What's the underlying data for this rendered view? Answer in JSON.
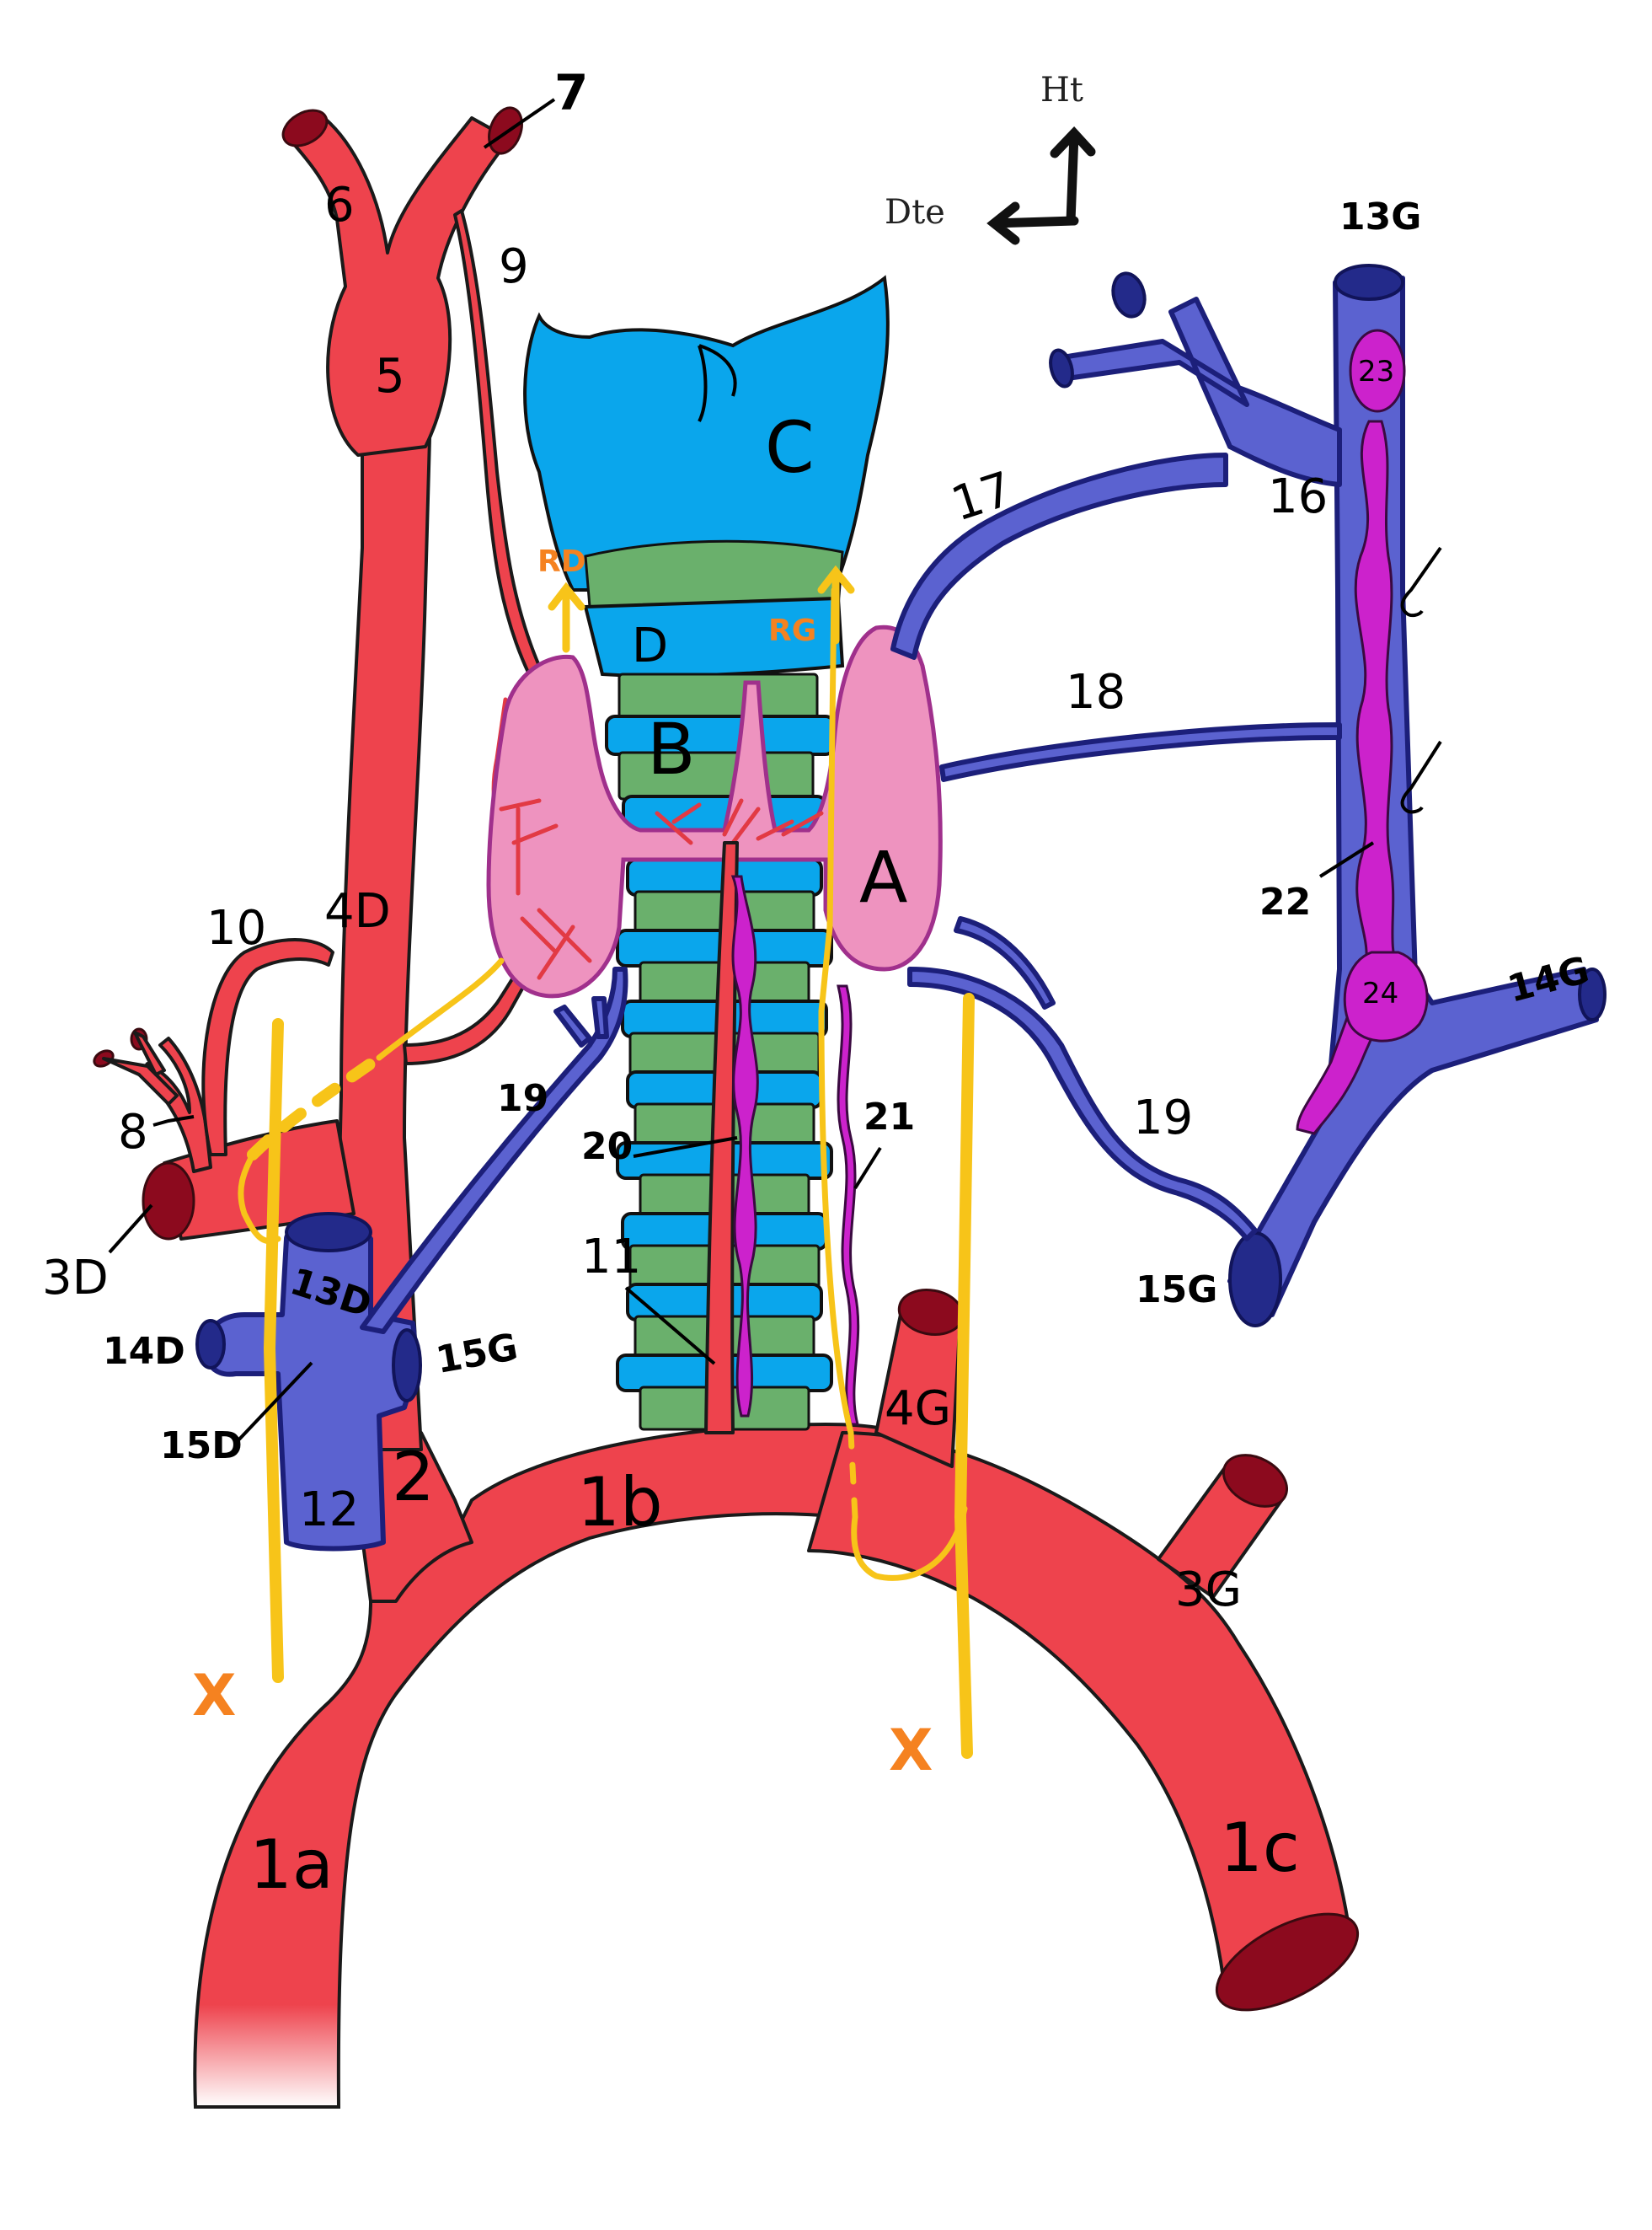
{
  "diagram": {
    "type": "anatomical-schematic",
    "subject": "thyroid gland, larynx/trachea, cervical great vessels",
    "orientation": {
      "up_label": "Ht",
      "side_label": "Dte"
    },
    "structures": {
      "A": "A",
      "B": "B",
      "C": "C",
      "D": "D"
    },
    "nerve_labels": {
      "right_recurrent": "RD",
      "left_recurrent": "RG",
      "vagus_right": "X",
      "vagus_left": "X"
    },
    "arterial_labels": {
      "l1a": "1a",
      "l1b": "1b",
      "l1c": "1c",
      "l2": "2",
      "l3D": "3D",
      "l3G": "3G",
      "l4D": "4D",
      "l4G": "4G",
      "l5": "5",
      "l6": "6",
      "l7": "7",
      "l8": "8",
      "l9": "9",
      "l10": "10",
      "l11": "11"
    },
    "venous_labels": {
      "l12": "12",
      "l13D": "13D",
      "l13G": "13G",
      "l14D": "14D",
      "l14G": "14G",
      "l15D": "15D",
      "l15G_right": "15G",
      "l15G_left": "15G",
      "l16": "16",
      "l17": "17",
      "l18": "18",
      "l19_right": "19",
      "l19_left": "19"
    },
    "lymphatic_labels": {
      "l20": "20",
      "l21": "21",
      "l22": "22",
      "l23": "23",
      "l24": "24"
    },
    "colors": {
      "artery": "#ee434d",
      "artery_cut": "#8c0a1e",
      "vein": "#5b62d0",
      "vein_cut": "#232a8a",
      "cartilage": "#0aa6ec",
      "muscle_membrane": "#6ab06c",
      "thyroid": "#ee93bf",
      "nerve": "#f7c419",
      "lymphatic": "#cc22cc",
      "nerve_label": "#f58220"
    }
  }
}
